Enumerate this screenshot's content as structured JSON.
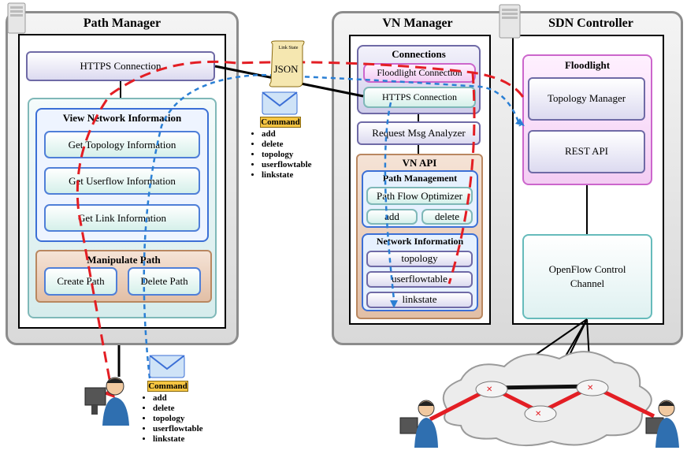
{
  "path_manager": {
    "title": "Path Manager",
    "https_connection": "HTTPS Connection",
    "view_network": {
      "title": "View Network Information",
      "items": [
        "Get Topology Information",
        "Get Userflow Information",
        "Get Link Information"
      ]
    },
    "manipulate_path": {
      "title": "Manipulate Path",
      "create": "Create Path",
      "delete": "Delete Path"
    }
  },
  "vn_manager": {
    "title": "VN Manager",
    "connections": {
      "title": "Connections",
      "floodlight": "Floodlight Connection",
      "https": "HTTPS Connection"
    },
    "request_analyzer": "Request Msg Analyzer",
    "vn_api": {
      "title": "VN API",
      "path_management": {
        "title": "Path Management",
        "optimizer": "Path Flow Optimizer",
        "add": "add",
        "delete": "delete"
      },
      "network_information": {
        "title": "Network Information",
        "items": [
          "topology",
          "userflowtable",
          "linkstate"
        ]
      }
    }
  },
  "sdn_controller": {
    "title": "SDN Controller",
    "floodlight": {
      "title": "Floodlight",
      "topology_manager": "Topology Manager",
      "rest_api": "REST API"
    },
    "openflow": "OpenFlow Control Channel"
  },
  "messages": {
    "scroll_top": "Link State",
    "scroll_main": "JSON",
    "command_label": "Command",
    "command_items": [
      "add",
      "delete",
      "topology",
      "userflowtable",
      "linkstate"
    ]
  },
  "colors": {
    "red_flow": "#e31e24",
    "blue_flow": "#2a7fd4"
  }
}
